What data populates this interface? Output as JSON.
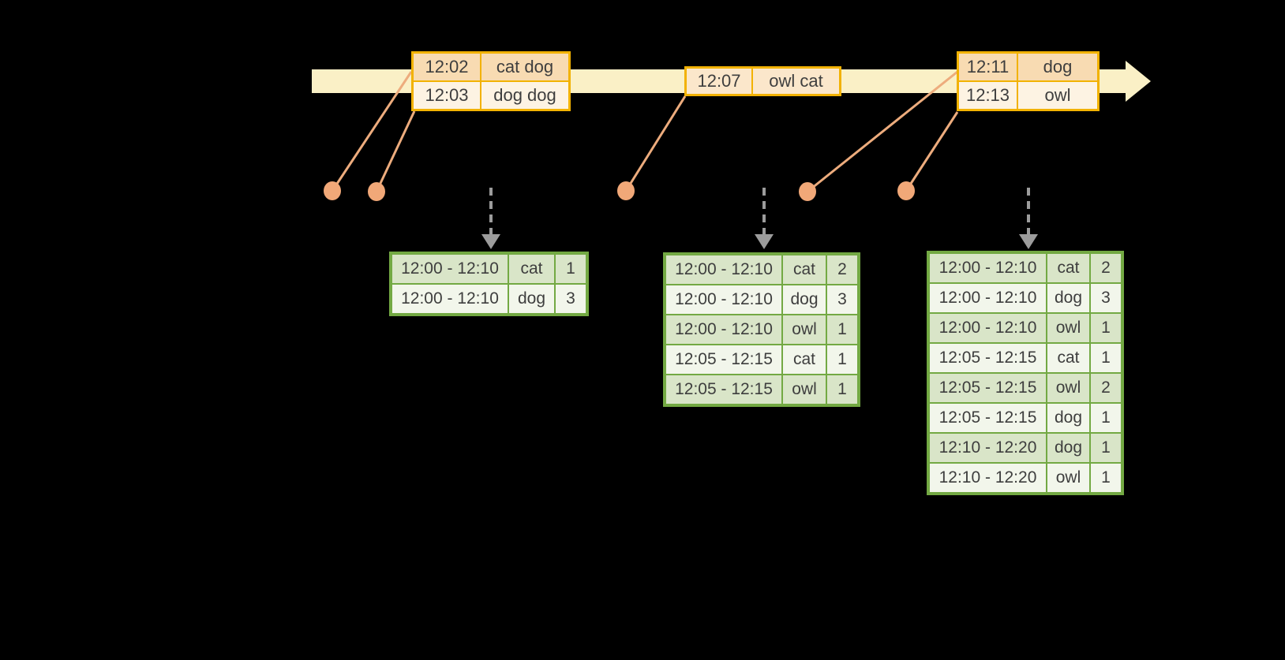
{
  "diagram": {
    "kind": "streaming-windowed-word-count",
    "background": "#000000"
  },
  "timeline": {
    "arrow_icon": "arrow-right-icon",
    "band_color": "#FAF0C6"
  },
  "event_batches": [
    {
      "rows": [
        [
          "12:02",
          "cat dog"
        ],
        [
          "12:03",
          "dog dog"
        ]
      ]
    },
    {
      "rows": [
        [
          "12:07",
          "owl cat"
        ]
      ]
    },
    {
      "rows": [
        [
          "12:11",
          "dog"
        ],
        [
          "12:13",
          "owl"
        ]
      ]
    }
  ],
  "result_tables": [
    {
      "rows": [
        [
          "12:00 - 12:10",
          "cat",
          "1"
        ],
        [
          "12:00 - 12:10",
          "dog",
          "3"
        ]
      ]
    },
    {
      "rows": [
        [
          "12:00 - 12:10",
          "cat",
          "2"
        ],
        [
          "12:00 - 12:10",
          "dog",
          "3"
        ],
        [
          "12:00 - 12:10",
          "owl",
          "1"
        ],
        [
          "12:05 - 12:15",
          "cat",
          "1"
        ],
        [
          "12:05 - 12:15",
          "owl",
          "1"
        ]
      ]
    },
    {
      "rows": [
        [
          "12:00 - 12:10",
          "cat",
          "2"
        ],
        [
          "12:00 - 12:10",
          "dog",
          "3"
        ],
        [
          "12:00 - 12:10",
          "owl",
          "1"
        ],
        [
          "12:05 - 12:15",
          "cat",
          "1"
        ],
        [
          "12:05 - 12:15",
          "owl",
          "2"
        ],
        [
          "12:05 - 12:15",
          "dog",
          "1"
        ],
        [
          "12:10 - 12:20",
          "dog",
          "1"
        ],
        [
          "12:10 - 12:20",
          "owl",
          "1"
        ]
      ]
    }
  ],
  "colors": {
    "timeline_band": "#FAF0C6",
    "event_table_border": "#F2B202",
    "event_row_dark": "#F8DBB2",
    "event_row_light": "#FDF3E3",
    "result_table_border": "#73A943",
    "result_row_dark": "#D9E5C8",
    "result_row_light": "#F2F6EB",
    "event_dot": "#F1A878",
    "connector_line": "#EDAC7D",
    "trigger_arrow": "#9C9C9C",
    "table_text": "#3E3E3E"
  }
}
